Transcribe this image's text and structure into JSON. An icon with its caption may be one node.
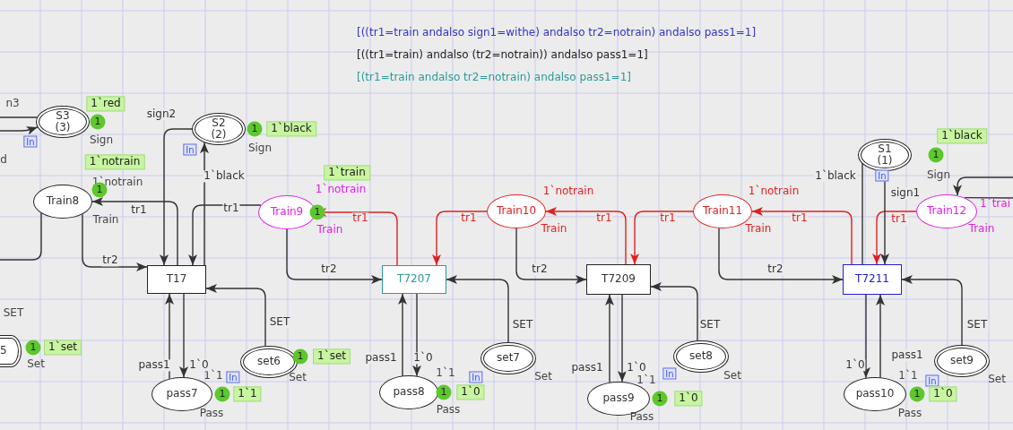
{
  "diagram": {
    "nodes": [
      {
        "text": [
          "S3 (3)"
        ],
        "beside": [
          "1`red",
          "1",
          "In",
          "Sign"
        ]
      },
      {
        "text": [
          "S2 (2)"
        ],
        "beside": [
          "1",
          "1`black",
          "In",
          "Sign"
        ]
      },
      {
        "text": [
          "Train8"
        ],
        "beside": [
          "1`notrain",
          "1`notrain",
          "1",
          "Train"
        ]
      },
      {
        "text": [
          "Train9"
        ],
        "beside": [
          "1`train",
          "1`notrain",
          "1",
          "Train"
        ]
      },
      {
        "text": [
          "Train10"
        ],
        "beside": [
          "1`notrain",
          "Train"
        ]
      },
      {
        "text": [
          "Train11"
        ],
        "beside": [
          "1`notrain",
          "Train"
        ]
      },
      {
        "text": [
          "S1 (1)"
        ],
        "beside": [
          "1`black",
          "1",
          "In",
          "Sign"
        ]
      },
      {
        "text": [
          "Train12"
        ],
        "beside": [
          "1`trai",
          "Train"
        ]
      },
      {
        "text": [
          "T17"
        ]
      },
      {
        "text": [
          "T7207"
        ]
      },
      {
        "text": [
          "T7209"
        ]
      },
      {
        "text": [
          "T7211"
        ]
      },
      {
        "text": [
          "5"
        ],
        "beside": [
          "1",
          "1`set",
          "Set"
        ]
      },
      {
        "text": [
          "set6"
        ],
        "beside": [
          "1",
          "1`set",
          "In",
          "Set"
        ]
      },
      {
        "text": [
          "pass7"
        ],
        "beside": [
          "1`1",
          "1",
          "1`1",
          "Pass"
        ]
      },
      {
        "text": [
          "set7"
        ],
        "beside": [
          "In",
          "Set"
        ]
      },
      {
        "text": [
          "pass8"
        ],
        "beside": [
          "1`1",
          "1",
          "1`0",
          "Pass"
        ]
      },
      {
        "text": [
          "set8"
        ],
        "beside": [
          "In",
          "Set"
        ]
      },
      {
        "text": [
          "pass9"
        ],
        "beside": [
          "1`1",
          "1",
          "1`0",
          "Pass"
        ]
      },
      {
        "text": [
          "set9"
        ],
        "beside": [
          "In",
          "Set"
        ]
      },
      {
        "text": [
          "pass10"
        ],
        "beside": [
          "1`1",
          "1",
          "1`0",
          "Pass"
        ]
      }
    ],
    "edges": [
      {
        "from": null,
        "to": 0,
        "arrow": "to"
      },
      {
        "from": null,
        "to": 0,
        "arrow": "none"
      },
      {
        "from": 1,
        "to": 8,
        "arrow": "to",
        "label": "sign2"
      },
      {
        "from": 8,
        "to": 1,
        "arrow": "to",
        "label": "1`black"
      },
      {
        "from": 8,
        "to": 2,
        "arrow": "to",
        "label": "tr1"
      },
      {
        "from": 3,
        "to": 8,
        "arrow": "to",
        "label": "tr1"
      },
      {
        "from": 2,
        "to": 8,
        "arrow": "to",
        "label": "tr2"
      },
      {
        "from": 2,
        "to": null,
        "arrow": "none"
      },
      {
        "from": 13,
        "to": 8,
        "arrow": "to",
        "label": "SET"
      },
      {
        "from": 8,
        "to": 14,
        "arrow": "to",
        "label": "1`0"
      },
      {
        "from": 14,
        "to": 8,
        "arrow": "to",
        "label": "pass1"
      },
      {
        "from": 9,
        "to": 3,
        "arrow": "to",
        "label": "tr1",
        "color": "#e02020"
      },
      {
        "from": 3,
        "to": 9,
        "arrow": "to",
        "label": "tr2"
      },
      {
        "from": 4,
        "to": 9,
        "arrow": "to",
        "label": "tr1",
        "color": "#e02020"
      },
      {
        "from": 15,
        "to": 9,
        "arrow": "to",
        "label": "SET"
      },
      {
        "from": 9,
        "to": 16,
        "arrow": "to",
        "label": "1`0"
      },
      {
        "from": 16,
        "to": 9,
        "arrow": "to",
        "label": "pass1"
      },
      {
        "from": 10,
        "to": 4,
        "arrow": "to",
        "label": "tr1",
        "color": "#e02020"
      },
      {
        "from": 5,
        "to": 10,
        "arrow": "to",
        "label": "tr1",
        "color": "#e02020"
      },
      {
        "from": 4,
        "to": 10,
        "arrow": "to",
        "label": "tr2"
      },
      {
        "from": 17,
        "to": 10,
        "arrow": "to",
        "label": "SET"
      },
      {
        "from": 10,
        "to": 18,
        "arrow": "to",
        "label": "1`0"
      },
      {
        "from": 18,
        "to": 10,
        "arrow": "to",
        "label": "pass1"
      },
      {
        "from": 11,
        "to": 5,
        "arrow": "to",
        "label": "tr1",
        "color": "#e02020"
      },
      {
        "from": 7,
        "to": 11,
        "arrow": "to",
        "label": "tr1",
        "color": "#e02020"
      },
      {
        "from": 6,
        "to": 11,
        "arrow": "to",
        "label": "sign1"
      },
      {
        "from": 11,
        "to": 6,
        "arrow": "to",
        "label": "1`black"
      },
      {
        "from": 5,
        "to": 11,
        "arrow": "to",
        "label": "tr2"
      },
      {
        "from": 19,
        "to": 11,
        "arrow": "to",
        "label": "SET"
      },
      {
        "from": 11,
        "to": 20,
        "arrow": "to",
        "label": "1`0"
      },
      {
        "from": 20,
        "to": 11,
        "arrow": "to",
        "label": "pass1"
      },
      {
        "from": null,
        "to": 7,
        "arrow": "to"
      },
      {
        "from": 7,
        "to": null,
        "arrow": "none"
      }
    ],
    "labels": [
      "[((tr1=train andalso sign1=withe) andalso tr2=notrain) andalso pass1=1]",
      "[((tr1=train) andalso (tr2=notrain)) andalso pass1=1]",
      "[(tr1=train andalso tr2=notrain) andalso pass1=1]",
      "n3",
      "d",
      "SET"
    ]
  }
}
